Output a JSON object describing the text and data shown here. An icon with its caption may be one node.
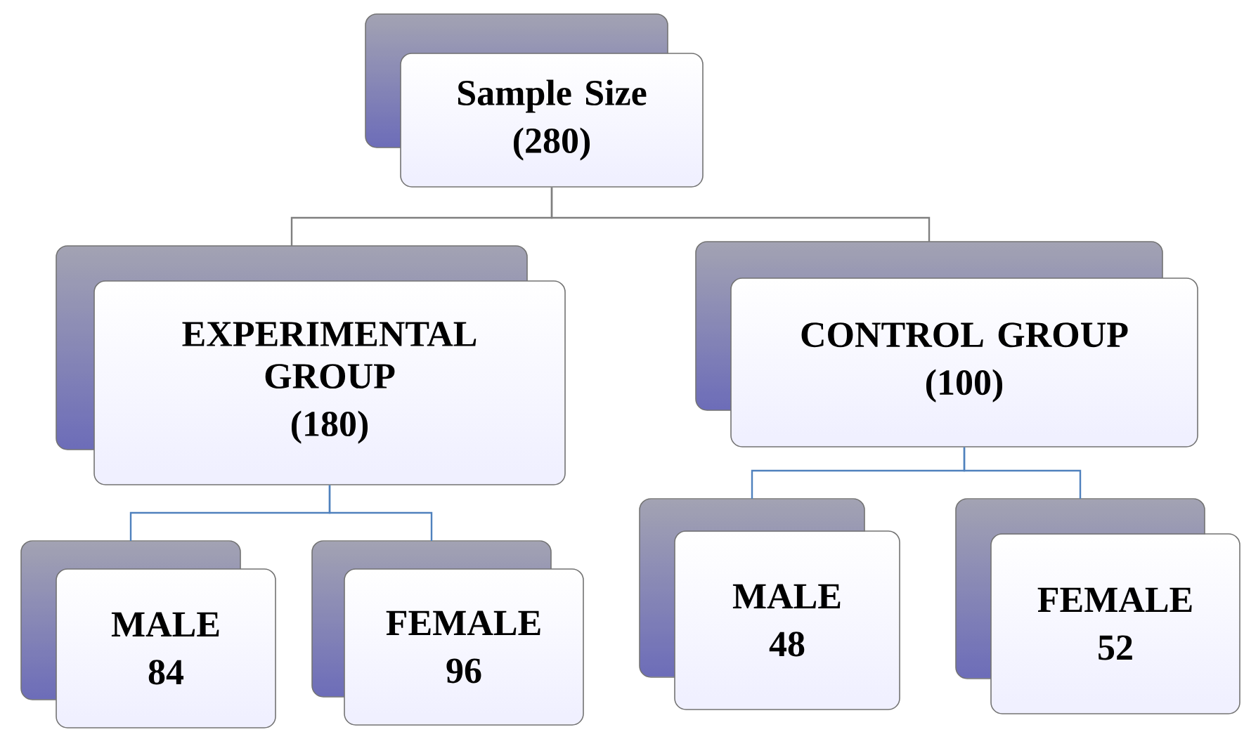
{
  "diagram": {
    "nodes": [
      {
        "text": [
          "Sample Size",
          "(280)"
        ]
      },
      {
        "text": [
          "EXPERIMENTAL GROUP",
          "(180)"
        ]
      },
      {
        "text": [
          "CONTROL GROUP",
          "(100)"
        ]
      },
      {
        "text": [
          "MALE",
          "84"
        ]
      },
      {
        "text": [
          "FEMALE",
          "96"
        ]
      },
      {
        "text": [
          "MALE",
          "48"
        ]
      },
      {
        "text": [
          "FEMALE",
          "52"
        ]
      }
    ],
    "edges": [
      {
        "from": 0,
        "to": 1,
        "arrow": "none",
        "color": "#7f7f7f"
      },
      {
        "from": 0,
        "to": 2,
        "arrow": "none",
        "color": "#7f7f7f"
      },
      {
        "from": 1,
        "to": 3,
        "arrow": "none"
      },
      {
        "from": 1,
        "to": 4,
        "arrow": "none"
      },
      {
        "from": 2,
        "to": 5,
        "arrow": "none"
      },
      {
        "from": 2,
        "to": 6,
        "arrow": "none"
      }
    ]
  }
}
